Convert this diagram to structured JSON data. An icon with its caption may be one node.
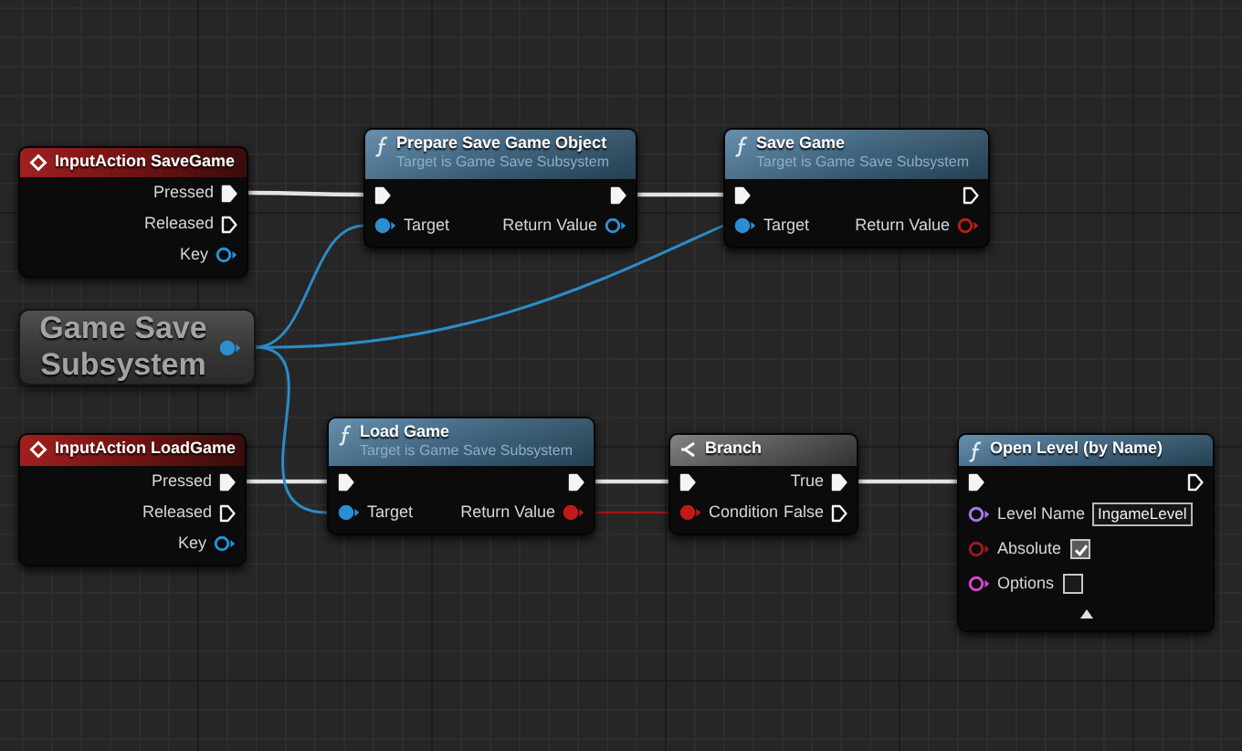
{
  "diagram": {
    "nodes": [
      {
        "text": [
          "InputAction SaveGame",
          "Pressed",
          "Released",
          "Key"
        ]
      },
      {
        "text": [
          "Prepare Save Game Object",
          "Target is Game Save Subsystem",
          "Target",
          "Return Value"
        ]
      },
      {
        "text": [
          "Save Game",
          "Target is Game Save Subsystem",
          "Target",
          "Return Value"
        ]
      },
      {
        "text": [
          "Game Save Subsystem"
        ]
      },
      {
        "text": [
          "InputAction LoadGame",
          "Pressed",
          "Released",
          "Key"
        ]
      },
      {
        "text": [
          "Load Game",
          "Target is Game Save Subsystem",
          "Target",
          "Return Value"
        ]
      },
      {
        "text": [
          "Branch",
          "True",
          "Condition",
          "False"
        ]
      },
      {
        "text": [
          "Open Level (by Name)",
          "Level Name",
          "IngameLevel",
          "Absolute",
          "Options"
        ]
      }
    ],
    "edges": [
      {
        "from": 0,
        "to": 1,
        "arrow": "none"
      },
      {
        "from": 1,
        "to": 2,
        "arrow": "none"
      },
      {
        "from": 3,
        "to": 1,
        "arrow": "none",
        "color": "#2a8cc8"
      },
      {
        "from": 3,
        "to": 2,
        "arrow": "none",
        "color": "#2a8cc8"
      },
      {
        "from": 4,
        "to": 5,
        "arrow": "none"
      },
      {
        "from": 3,
        "to": 5,
        "arrow": "none",
        "color": "#2a8cc8"
      },
      {
        "from": 5,
        "to": 6,
        "arrow": "none"
      },
      {
        "from": 5,
        "to": 6,
        "arrow": "none",
        "color": "#a01414"
      },
      {
        "from": 6,
        "to": 7,
        "arrow": "none"
      }
    ]
  }
}
